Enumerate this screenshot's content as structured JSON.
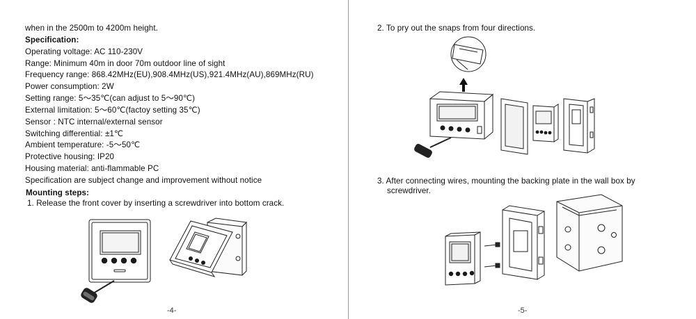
{
  "left_page": {
    "intro_line": "when in the 2500m to 4200m height.",
    "spec_heading": "Specification:",
    "specs": [
      "Operating voltage: AC 110-230V",
      "Range: Minimum 40m in door 70m outdoor line of sight",
      "Frequency range: 868.42MHz(EU),908.4MHz(US),921.4MHz(AU),869MHz(RU)",
      "Power consumption: 2W",
      "Setting range: 5～35℃(can adjust to 5～90℃)",
      "External limitation: 5～60℃(factoy setting 35℃)",
      "Sensor : NTC internal/external sensor",
      "Switching differential: ±1℃",
      "Ambient temperature: -5～50℃",
      "Protective housing: IP20",
      "Housing material: anti-flammable PC",
      "Specification are subject change and improvement without notice"
    ],
    "mounting_heading": "Mounting steps:",
    "step1": "1. Release the front cover by inserting a screwdriver into bottom crack.",
    "page_number": "-4-"
  },
  "right_page": {
    "step2": "2. To pry out the snaps from four directions.",
    "step3_line1": "3. After connecting wires, mounting the backing plate in the wall box by",
    "step3_line2": "screwdriver.",
    "page_number": "-5-"
  }
}
